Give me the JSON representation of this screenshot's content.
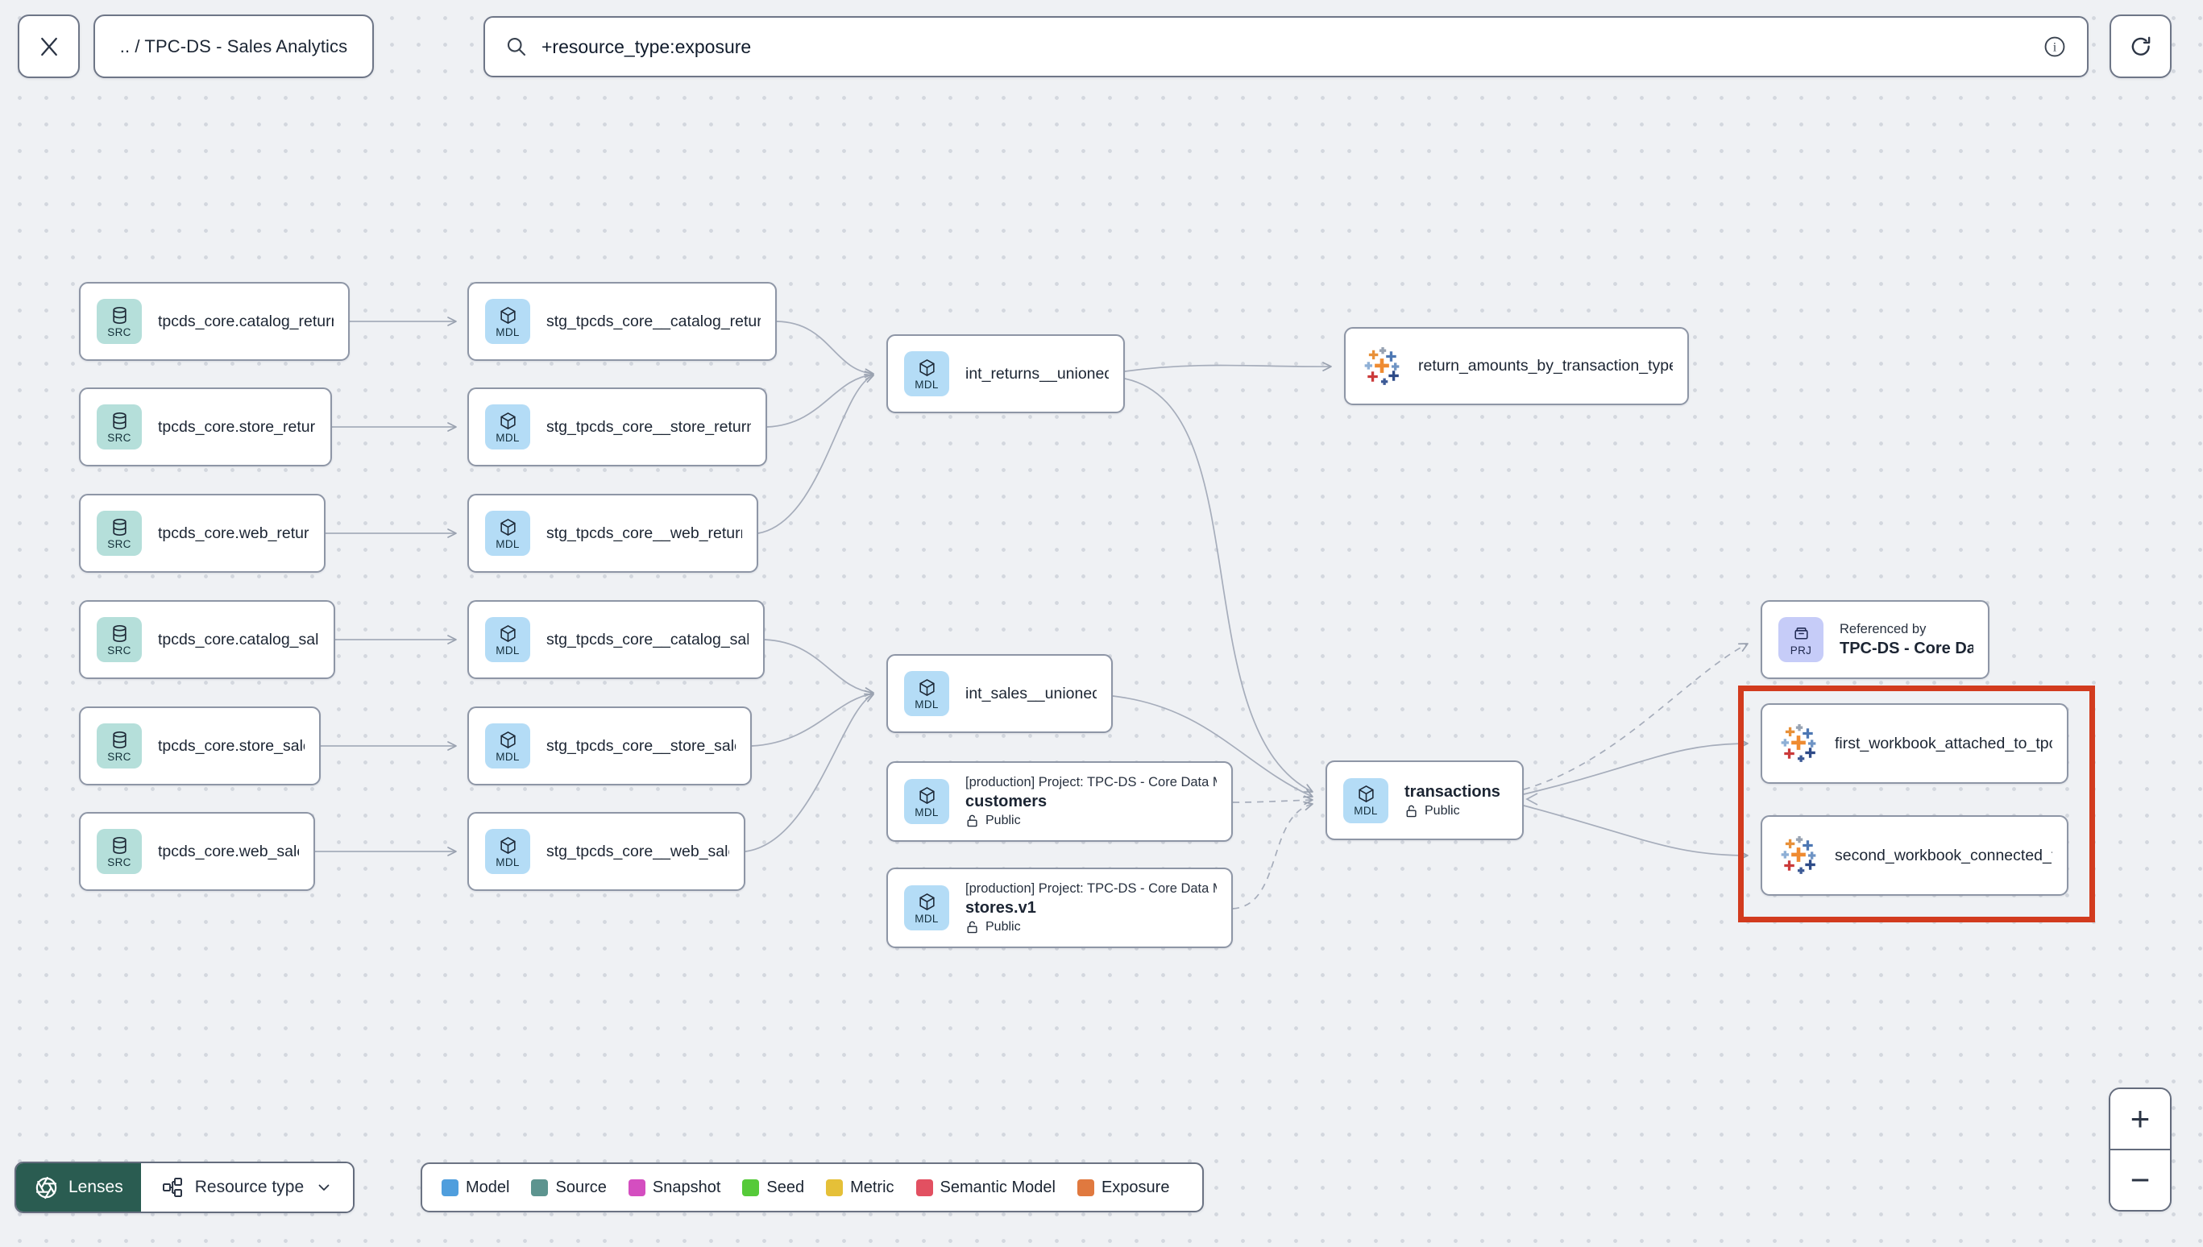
{
  "toolbar": {
    "breadcrumb": ".. / TPC-DS - Sales Analytics",
    "search_value": "+resource_type:exposure"
  },
  "graph": {
    "badges": {
      "source": "SRC",
      "model": "MDL",
      "project": "PRJ"
    },
    "nodes": [
      {
        "id": "src_catalog_returns",
        "kind": "source",
        "label": "tpcds_core.catalog_returns"
      },
      {
        "id": "src_store_returns",
        "kind": "source",
        "label": "tpcds_core.store_returns"
      },
      {
        "id": "src_web_returns",
        "kind": "source",
        "label": "tpcds_core.web_returns"
      },
      {
        "id": "src_catalog_sales",
        "kind": "source",
        "label": "tpcds_core.catalog_sales"
      },
      {
        "id": "src_store_sales",
        "kind": "source",
        "label": "tpcds_core.store_sales"
      },
      {
        "id": "src_web_sales",
        "kind": "source",
        "label": "tpcds_core.web_sales"
      },
      {
        "id": "stg_catalog_returns",
        "kind": "model",
        "label": "stg_tpcds_core__catalog_returns"
      },
      {
        "id": "stg_store_returns",
        "kind": "model",
        "label": "stg_tpcds_core__store_returns"
      },
      {
        "id": "stg_web_returns",
        "kind": "model",
        "label": "stg_tpcds_core__web_returns"
      },
      {
        "id": "stg_catalog_sales",
        "kind": "model",
        "label": "stg_tpcds_core__catalog_sales"
      },
      {
        "id": "stg_store_sales",
        "kind": "model",
        "label": "stg_tpcds_core__store_sales"
      },
      {
        "id": "stg_web_sales",
        "kind": "model",
        "label": "stg_tpcds_core__web_sales"
      },
      {
        "id": "int_returns",
        "kind": "model",
        "label": "int_returns__unioned"
      },
      {
        "id": "int_sales",
        "kind": "model",
        "label": "int_sales__unioned"
      },
      {
        "id": "customers",
        "kind": "model",
        "subtitle": "[production] Project: TPC-DS - Core Data Mo…",
        "label": "customers",
        "access": "Public"
      },
      {
        "id": "stores",
        "kind": "model",
        "subtitle": "[production] Project: TPC-DS - Core Data Mo…",
        "label": "stores.v1",
        "access": "Public"
      },
      {
        "id": "transactions",
        "kind": "model",
        "label": "transactions",
        "access": "Public"
      },
      {
        "id": "exp_return_amounts",
        "kind": "exposure",
        "label": "return_amounts_by_transaction_type"
      },
      {
        "id": "prj_core",
        "kind": "project",
        "subtitle": "Referenced by",
        "label": "TPC-DS - Core Data Models"
      },
      {
        "id": "exp_first_workbook",
        "kind": "exposure",
        "label": "first_workbook_attached_to_tpc-ds_-_…",
        "highlighted": true
      },
      {
        "id": "exp_second_workbook",
        "kind": "exposure",
        "label": "second_workbook_connected_to_live…",
        "highlighted": true
      }
    ]
  },
  "legend": {
    "items": [
      {
        "label": "Model",
        "color": "#4f9edd"
      },
      {
        "label": "Source",
        "color": "#5d948f"
      },
      {
        "label": "Snapshot",
        "color": "#d44ec0"
      },
      {
        "label": "Seed",
        "color": "#56ca39"
      },
      {
        "label": "Metric",
        "color": "#e5c038"
      },
      {
        "label": "Semantic Model",
        "color": "#e25061"
      },
      {
        "label": "Exposure",
        "color": "#e0793f"
      }
    ]
  },
  "footer": {
    "lenses_label": "Lenses",
    "resource_type_label": "Resource type"
  },
  "zoom_controls": {
    "zoom_in": "+",
    "zoom_out": "−"
  },
  "colors": {
    "highlight_border": "#d23b1e",
    "edge": "#a6adbb",
    "lenses_bg": "#2a5c51",
    "badge_source_bg": "#b5dfda",
    "badge_model_bg": "#b4dcf6",
    "badge_project_bg": "#c6ccf8"
  }
}
